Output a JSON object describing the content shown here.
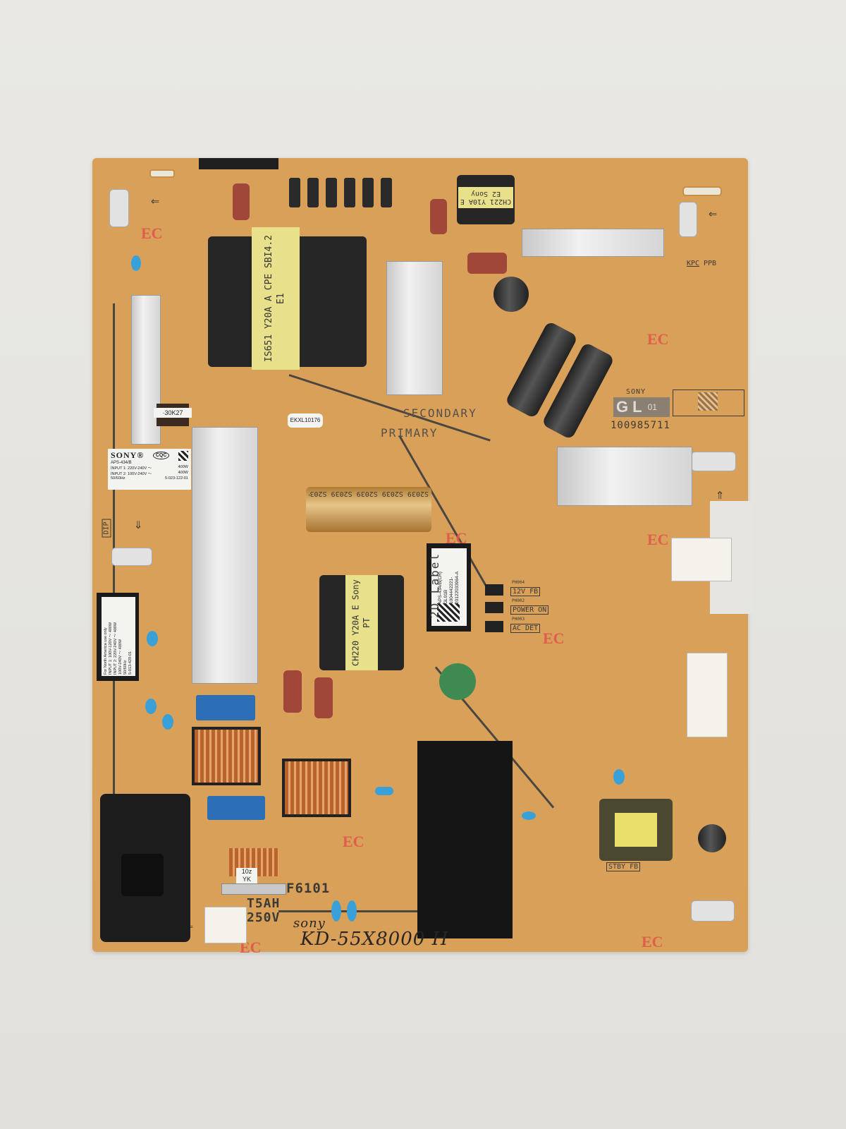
{
  "scene": {
    "description": "Photograph of a Sony TV power supply PCB on a light grey background",
    "background_color": "#e6e5e1",
    "pcb_color": "#d9a05a",
    "accent_colors": {
      "ec_mark": "#e2574c",
      "y_capacitor": "#3aa0d8",
      "transformer_label": "#e8e08a"
    }
  },
  "main_label": {
    "brand": "SONY®",
    "cert": "CQC",
    "model": "APS-434/B",
    "input1": "INPUT 1: 220V-240V ～",
    "input1_power": "400W",
    "input2": "INPUT 2: 100V-240V ～",
    "input2_power": "400W",
    "freq": "50/60Hz",
    "part": "5-023-122-01"
  },
  "na_label": {
    "title": "For North America use only",
    "input1": "INPUT 1: 100V-120V ～ 400W",
    "input2": "INPUT 2: 220V-240V ～ 400W",
    "input3": "100V-240V ～ 400W",
    "freq": "50/60Hz",
    "part": "5-013-429-01"
  },
  "board_label": {
    "model": "APS-434/B(CH)",
    "rev": "GL01B",
    "serial1": "1004442221-",
    "serial2": "20122033964-A",
    "side_text": "2D Label"
  },
  "board_marking": {
    "brand": "SONY",
    "code_big": "GL",
    "code_small": "01",
    "part_number": "100985711",
    "kpc": "KPC",
    "ppb": "PPB"
  },
  "silkscreen": {
    "secondary": "SECONDARY",
    "primary": "PRIMARY",
    "dip": "DIP",
    "ph_12v": "12V FB",
    "ph_power": "POWER ON",
    "ph_ac": "AC DET",
    "stby": "STBY FB",
    "fuse_ref": "F6101",
    "fuse_rating1": "T5AH",
    "fuse_rating2": "250V",
    "ec": "EC",
    "ph_refs": [
      "PH004",
      "PH002",
      "PH003"
    ]
  },
  "components": {
    "main_transformer": "IS651 Y20A A\nCPE SBI4.2 E1",
    "small_transformer_top": "CH221 Y10A E\nE2 Sony",
    "mid_transformer": "CH220 Y20A E\nSony PT",
    "bulk_cap": "S2039 S2039 S2039 S2039 S2039 S2039",
    "inductor_label": "·30K27",
    "ceramic_label": "EKXL10176",
    "choke_label_1": "10z",
    "choke_label_2": "YK"
  },
  "handwriting": "sony KD-55X8000 H",
  "handwriting_lines": [
    "sony",
    "KD-55X8000 H"
  ]
}
